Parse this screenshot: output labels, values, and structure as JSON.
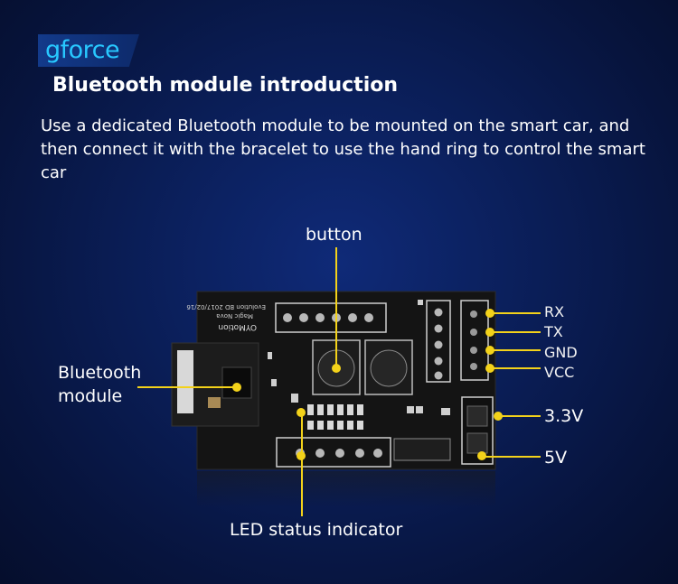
{
  "brand": {
    "logo_text": "gforce"
  },
  "header": {
    "title": "Bluetooth module introduction"
  },
  "intro": {
    "text": "Use a dedicated Bluetooth module to be mounted on the smart car, and then connect it with the bracelet to use the hand ring to control the smart car"
  },
  "callouts": {
    "button": "button",
    "bluetooth_line1": "Bluetooth",
    "bluetooth_line2": "module",
    "led": "LED status indicator",
    "rx": "RX",
    "tx": "TX",
    "gnd": "GND",
    "vcc": "VCC",
    "v33": "3.3V",
    "v5": "5V"
  },
  "board": {
    "silkscreen_line1": "Evolution BD 2017/02/16",
    "silkscreen_line2": "Magic Nova",
    "maker_text": "OYMotion"
  },
  "colors": {
    "callout_line": "#f3d21a",
    "brand_text": "#28c8ff",
    "background": "#0a1d55",
    "board": "#141414"
  }
}
